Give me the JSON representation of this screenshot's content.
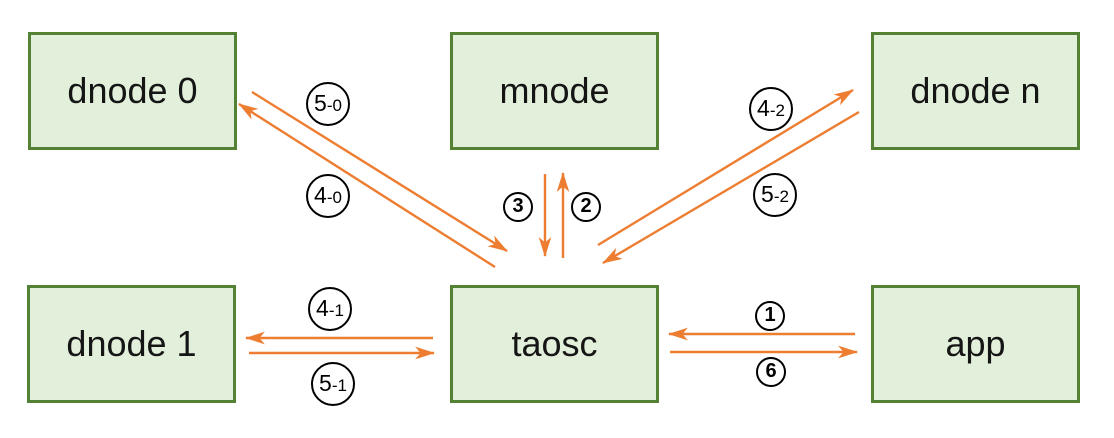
{
  "diagram": {
    "title": "",
    "nodes": [
      {
        "id": "dnode0",
        "label": "dnode 0"
      },
      {
        "id": "mnode",
        "label": "mnode"
      },
      {
        "id": "dnoden",
        "label": "dnode n"
      },
      {
        "id": "dnode1",
        "label": "dnode 1"
      },
      {
        "id": "taosc",
        "label": "taosc"
      },
      {
        "id": "app",
        "label": "app"
      }
    ],
    "edges": [
      {
        "label": "1",
        "from": "app",
        "to": "taosc"
      },
      {
        "label": "2",
        "from": "taosc",
        "to": "mnode"
      },
      {
        "label": "3",
        "from": "mnode",
        "to": "taosc"
      },
      {
        "label": "4-0",
        "from": "taosc",
        "to": "dnode0"
      },
      {
        "label": "4-1",
        "from": "taosc",
        "to": "dnode1"
      },
      {
        "label": "4-2",
        "from": "taosc",
        "to": "dnoden"
      },
      {
        "label": "5-0",
        "from": "dnode0",
        "to": "taosc"
      },
      {
        "label": "5-1",
        "from": "dnode1",
        "to": "taosc"
      },
      {
        "label": "5-2",
        "from": "dnoden",
        "to": "taosc"
      },
      {
        "label": "6",
        "from": "taosc",
        "to": "app"
      }
    ],
    "colors": {
      "node_fill": "#e2efda",
      "node_border": "#548235",
      "arrow": "#ed7d31",
      "label_fg": "#000000",
      "label_bg": "#ffffff"
    }
  }
}
